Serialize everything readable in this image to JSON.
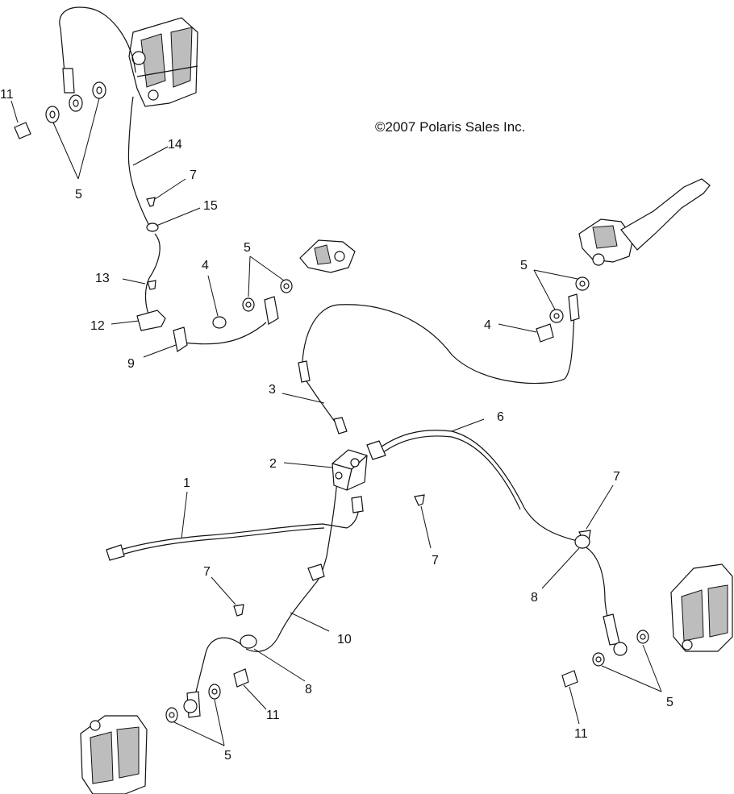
{
  "copyright": "©2007 Polaris Sales Inc.",
  "callouts": {
    "c1": "1",
    "c2": "2",
    "c3": "3",
    "c4a": "4",
    "c4b": "4",
    "c5a": "5",
    "c5b": "5",
    "c5c": "5",
    "c5d": "5",
    "c5e": "5",
    "c6": "6",
    "c7a": "7",
    "c7b": "7",
    "c7c": "7",
    "c7d": "7",
    "c8a": "8",
    "c8b": "8",
    "c9": "9",
    "c10": "10",
    "c11a": "11",
    "c11b": "11",
    "c11c": "11",
    "c12": "12",
    "c13": "13",
    "c14": "14",
    "c15": "15"
  }
}
